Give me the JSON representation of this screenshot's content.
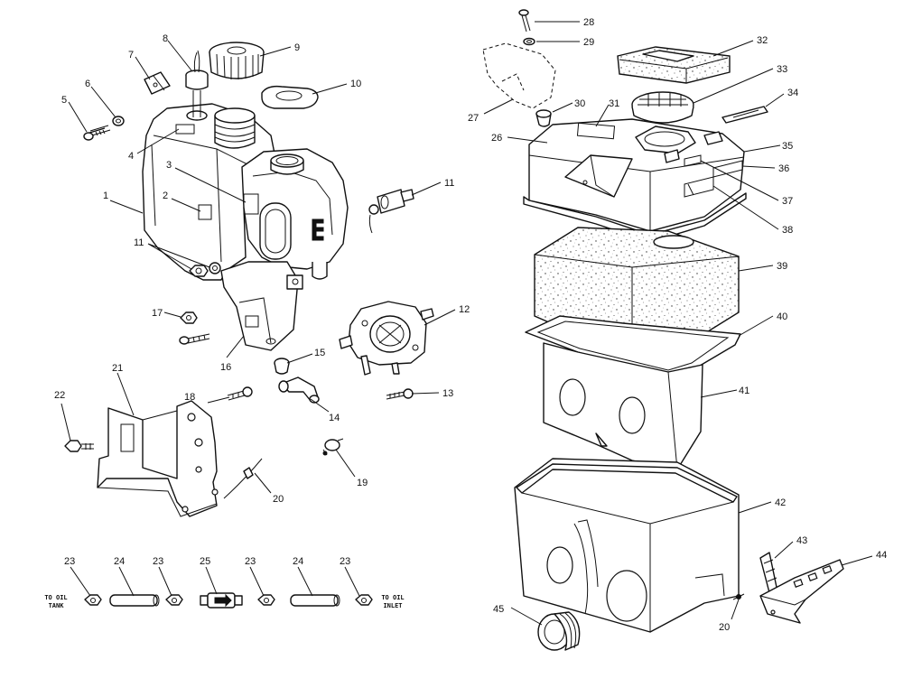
{
  "callouts": {
    "c1": "1",
    "c2": "2",
    "c3": "3",
    "c4": "4",
    "c5": "5",
    "c6": "6",
    "c7": "7",
    "c8": "8",
    "c9": "9",
    "c10": "10",
    "c11a": "11",
    "c11b": "11",
    "c12": "12",
    "c13": "13",
    "c14": "14",
    "c15": "15",
    "c16": "16",
    "c17": "17",
    "c18": "18",
    "c19": "19",
    "c20a": "20",
    "c20b": "20",
    "c21": "21",
    "c22": "22",
    "c23a": "23",
    "c23b": "23",
    "c23c": "23",
    "c23d": "23",
    "c24a": "24",
    "c24b": "24",
    "c25": "25",
    "c26": "26",
    "c27": "27",
    "c28": "28",
    "c29": "29",
    "c30": "30",
    "c31": "31",
    "c32": "32",
    "c33": "33",
    "c34": "34",
    "c35": "35",
    "c36": "36",
    "c37": "37",
    "c38": "38",
    "c39": "39",
    "c40": "40",
    "c41": "41",
    "c42": "42",
    "c43": "43",
    "c44": "44",
    "c45": "45"
  },
  "notes": {
    "to_oil_tank_line1": "TO OIL",
    "to_oil_tank_line2": "TANK",
    "to_oil_inlet_line1": "TO OIL",
    "to_oil_inlet_line2": "INLET"
  }
}
